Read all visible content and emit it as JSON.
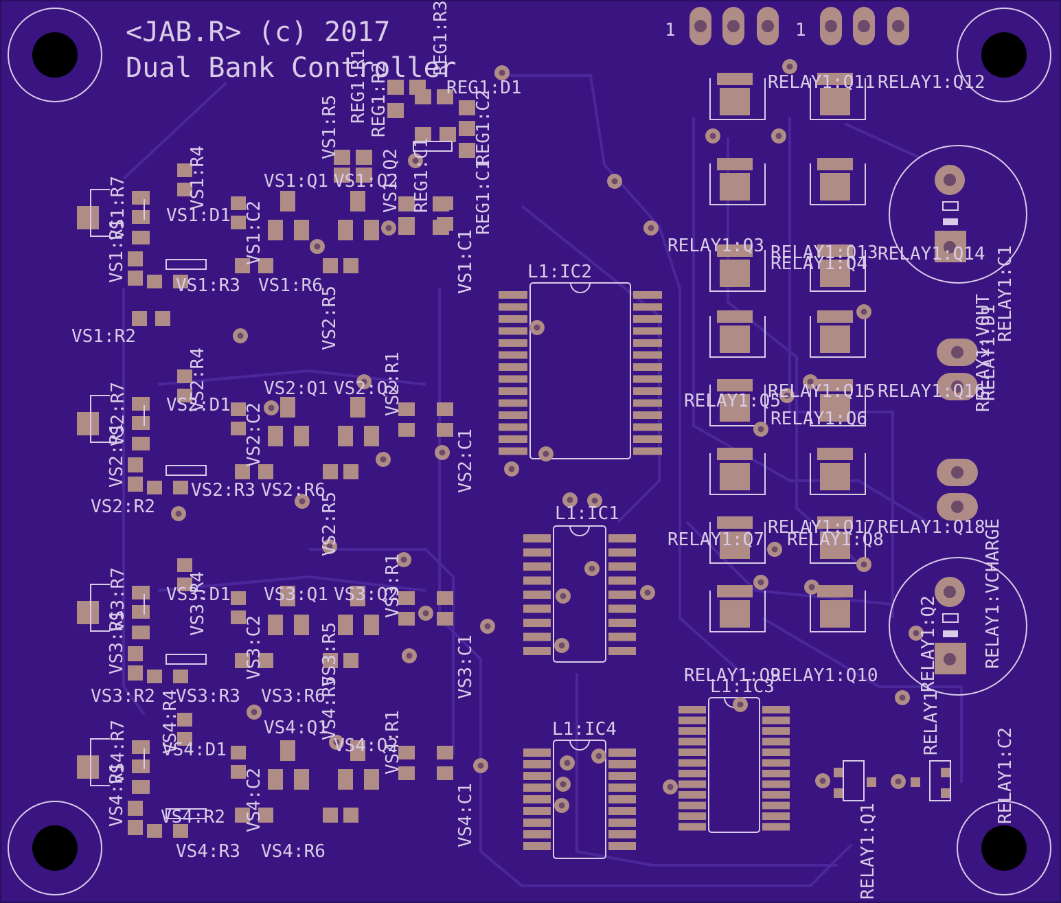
{
  "board": {
    "title_line1": "<JAB.R> (c) 2017",
    "title_line2": "Dual Bank Controller",
    "colors": {
      "substrate": "#3a1480",
      "copper_fill": "#3e1890",
      "trace": "#4d2aa0",
      "pad": "#b08c87",
      "pad_dark": "#8e6a66",
      "silk": "#d8cce8",
      "hole": "#000000"
    },
    "connector_pin1_labels": [
      "1",
      "1"
    ],
    "labels": [
      {
        "t": "REG1:R3"
      },
      {
        "t": "REG1:R1"
      },
      {
        "t": "REG1:R2"
      },
      {
        "t": "REG1:D1"
      },
      {
        "t": "REG1:C1"
      },
      {
        "t": "REG1:C1"
      },
      {
        "t": "REG1:C2"
      },
      {
        "t": "VS1:R5"
      },
      {
        "t": "VS1:Q1"
      },
      {
        "t": "VS1:Q2"
      },
      {
        "t": "VS1:Q2"
      },
      {
        "t": "VS1:C1"
      },
      {
        "t": "VS1:C1"
      },
      {
        "t": "VS1:R4"
      },
      {
        "t": "VS1:R7"
      },
      {
        "t": "VS1:R1"
      },
      {
        "t": "VS1:C2"
      },
      {
        "t": "VS1:R3"
      },
      {
        "t": "VS1:R6"
      },
      {
        "t": "VS1:R2"
      },
      {
        "t": "VS1:D1"
      },
      {
        "t": "VS2:R5"
      },
      {
        "t": "VS2:Q1"
      },
      {
        "t": "VS2:Q2"
      },
      {
        "t": "VS2:R1"
      },
      {
        "t": "VS2:D1"
      },
      {
        "t": "VS2:R4"
      },
      {
        "t": "VS2:R7"
      },
      {
        "t": "VS2:R1"
      },
      {
        "t": "VS2:C2"
      },
      {
        "t": "VS2:C1"
      },
      {
        "t": "VS2:R3"
      },
      {
        "t": "VS2:R6"
      },
      {
        "t": "VS2:R2"
      },
      {
        "t": "VS2:R5"
      },
      {
        "t": "VS3:R5"
      },
      {
        "t": "VS3:Q1"
      },
      {
        "t": "VS3:Q2"
      },
      {
        "t": "VS3:R1"
      },
      {
        "t": "VS3:D1"
      },
      {
        "t": "VS3:R4"
      },
      {
        "t": "VS3:R7"
      },
      {
        "t": "VS3:R1"
      },
      {
        "t": "VS3:C2"
      },
      {
        "t": "VS3:C1"
      },
      {
        "t": "VS3:R2"
      },
      {
        "t": "VS3:R3"
      },
      {
        "t": "VS3:R6"
      },
      {
        "t": "VS4:R5"
      },
      {
        "t": "VS4:Q1"
      },
      {
        "t": "VS4:Q2"
      },
      {
        "t": "VS4:R1"
      },
      {
        "t": "VS4:D1"
      },
      {
        "t": "VS4:R4"
      },
      {
        "t": "VS4:R7"
      },
      {
        "t": "VS4:R1"
      },
      {
        "t": "VS4:C2"
      },
      {
        "t": "VS4:C1"
      },
      {
        "t": "VS4:R2"
      },
      {
        "t": "VS4:R3"
      },
      {
        "t": "VS4:R6"
      },
      {
        "t": "L1:IC2"
      },
      {
        "t": "L1:IC1"
      },
      {
        "t": "L1:IC4"
      },
      {
        "t": "L1:IC3"
      },
      {
        "t": "RELAY1:Q11"
      },
      {
        "t": "RELAY1:Q12"
      },
      {
        "t": "RELAY1:Q3"
      },
      {
        "t": "RELAY1:Q13"
      },
      {
        "t": "RELAY1:Q14"
      },
      {
        "t": "RELAY1:Q4"
      },
      {
        "t": "RELAY1:Q5"
      },
      {
        "t": "RELAY1:Q15"
      },
      {
        "t": "RELAY1:Q16"
      },
      {
        "t": "RELAY1:Q6"
      },
      {
        "t": "RELAY1:Q7"
      },
      {
        "t": "RELAY1:Q17"
      },
      {
        "t": "RELAY1:Q18"
      },
      {
        "t": "RELAY1:Q8"
      },
      {
        "t": "RELAY1:Q9"
      },
      {
        "t": "RELAY1:Q10"
      },
      {
        "t": "RELAY1:C1"
      },
      {
        "t": "RELAY1:C2"
      },
      {
        "t": "RELAY1:Q1"
      },
      {
        "t": "RELAY1:Q2"
      },
      {
        "t": "RELAY1:VOUT"
      },
      {
        "t": "RELAY1:VCHARGE"
      },
      {
        "t": "RELAY1:D1"
      },
      {
        "t": "RELAY1"
      }
    ]
  }
}
